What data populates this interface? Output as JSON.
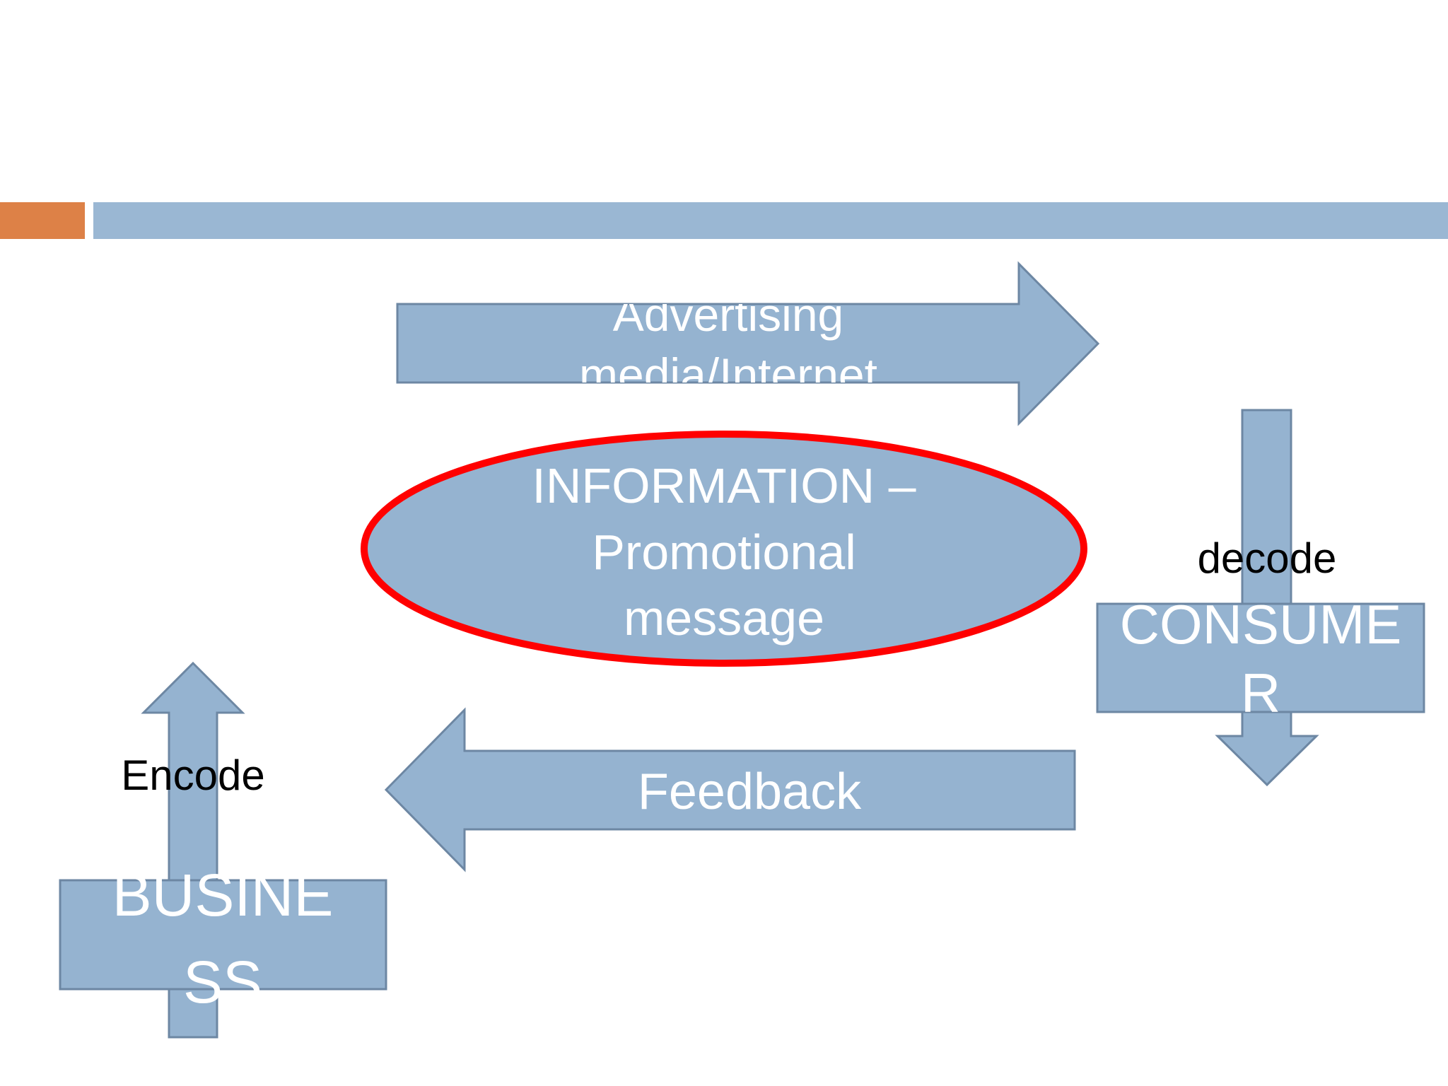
{
  "colors": {
    "accent_orange": "#dd8147",
    "header_blue": "#9ab7d3",
    "shape_fill": "#95b3d0",
    "shape_stroke": "#6d87a3",
    "ellipse_outline": "#ff0000"
  },
  "diagram": {
    "media_arrow": {
      "line1": "Advertising",
      "line2": "media/Internet"
    },
    "information": {
      "line1": "INFORMATION –",
      "line2": "Promotional",
      "line3": "message"
    },
    "decode_label": "decode",
    "consumer": {
      "line1": "CONSUME",
      "line2": "R"
    },
    "feedback_label": "Feedback",
    "encode_label": "Encode",
    "business": {
      "line1": "BUSINE",
      "line2": "SS"
    }
  }
}
